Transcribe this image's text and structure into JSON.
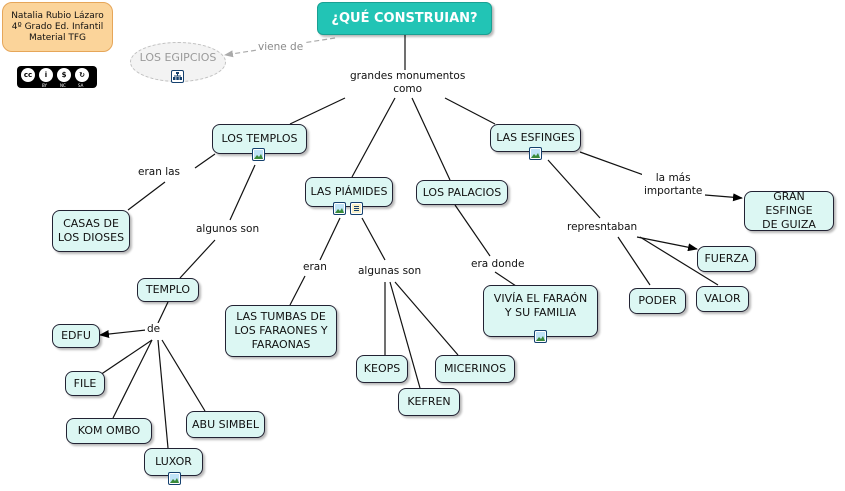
{
  "title": "¿QUÉ CONSTRUIAN?",
  "author": [
    "Natalia Rubio Lázaro",
    "4º Grado Ed. Infantil",
    "Material TFG"
  ],
  "license": {
    "badges": [
      "cc",
      "by",
      "nc",
      "sa"
    ],
    "text": [
      "BY",
      "NC",
      "SA"
    ]
  },
  "origin": {
    "node": "LOS EGIPCIOS",
    "link": "viene de"
  },
  "labels": {
    "main": [
      "grandes monumentos",
      "como"
    ],
    "templos_a": "eran las",
    "templos_b": "algunos son",
    "de": "de",
    "piramides_a": "eran",
    "piramides_b": "algunas son",
    "palacios": "era donde",
    "esfinges_a": [
      "la más",
      "importante"
    ],
    "esfinges_b": "represntaban"
  },
  "nodes": {
    "templos": "LOS TEMPLOS",
    "piramides": "LAS PIÁMIDES",
    "palacios": "LOS PALACIOS",
    "esfinges": "LAS ESFINGES",
    "casas": [
      "CASAS DE",
      "LOS DIOSES"
    ],
    "templo": "TEMPLO",
    "edfu": "EDFU",
    "file": "FILE",
    "kom_ombo": "KOM OMBO",
    "luxor": "LUXOR",
    "abu_simbel": "ABU SIMBEL",
    "tumbas": [
      "LAS TUMBAS DE",
      "LOS FARAONES Y",
      "FARAONAS"
    ],
    "keops": "KEOPS",
    "kefren": "KEFREN",
    "micerinos": "MICERINOS",
    "vivia": [
      "VIVÍA EL FARAÓN",
      "Y SU FAMILIA"
    ],
    "gran_esfinge": [
      "GRAN ESFINGE",
      "DE GUIZA"
    ],
    "fuerza": "FUERZA",
    "poder": "PODER",
    "valor": "VALOR"
  },
  "icons": {
    "origin": "concept-map-icon",
    "templos": "image-icon",
    "piramides": [
      "image-icon",
      "document-icon"
    ],
    "esfinges": "image-icon",
    "vivia": "image-icon",
    "luxor": "image-icon"
  },
  "colors": {
    "title_fill": "#22c4b5",
    "node_fill": "#dcf7f3",
    "author_fill": "#fbd49a",
    "icon_border": "#14406e"
  }
}
